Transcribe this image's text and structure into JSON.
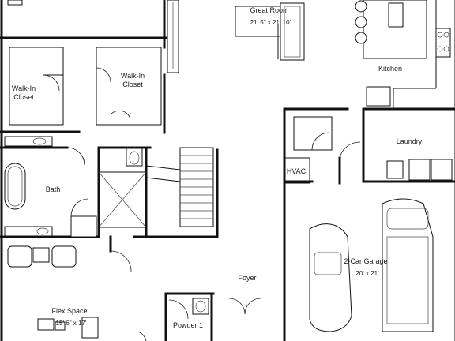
{
  "rooms": {
    "great_room": {
      "name": "Great Room",
      "dimensions": "21' 5\" x 21' 10\""
    },
    "walk_in_closet_left": {
      "name": "Walk-In\nCloset"
    },
    "walk_in_closet_right": {
      "name": "Walk-In\nCloset"
    },
    "kitchen": {
      "name": "Kitchen"
    },
    "laundry": {
      "name": "Laundry"
    },
    "hvac": {
      "name": "HVAC"
    },
    "bath": {
      "name": "Bath"
    },
    "two_car_garage": {
      "name": "2-Car Garage",
      "dimensions": "20' x 21'"
    },
    "foyer": {
      "name": "Foyer"
    },
    "flex_space": {
      "name": "Flex Space",
      "dimensions": "15' 6\" x 17'"
    },
    "powder": {
      "name": "Powder 1"
    }
  }
}
